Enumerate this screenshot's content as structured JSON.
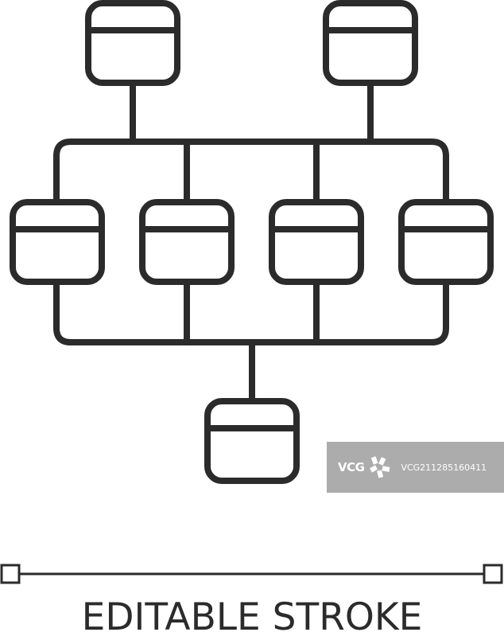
{
  "caption": "EDITABLE STROKE",
  "watermark": {
    "logo_text": "VCG",
    "id_text": "VCG211285160411"
  },
  "colors": {
    "stroke": "#2b2b2b",
    "background": "#ffffff",
    "watermark_bg": "#9a9a9a"
  },
  "icons": {
    "diagram": "hierarchy-network-icon",
    "watermark": "vcg-logo-icon"
  }
}
